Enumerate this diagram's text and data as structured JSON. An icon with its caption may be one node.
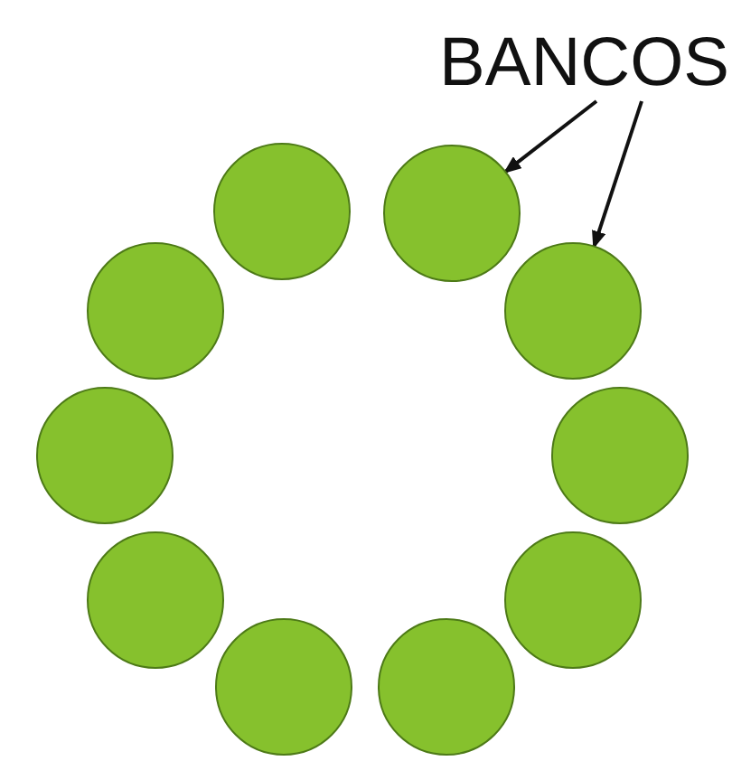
{
  "diagram": {
    "nodes": [
      {
        "text": [
          "BANCOS"
        ]
      },
      {
        "text": [],
        "shape": "circle"
      },
      {
        "text": [],
        "shape": "circle"
      },
      {
        "text": [],
        "shape": "circle"
      },
      {
        "text": [],
        "shape": "circle"
      },
      {
        "text": [],
        "shape": "circle"
      },
      {
        "text": [],
        "shape": "circle"
      },
      {
        "text": [],
        "shape": "circle"
      },
      {
        "text": [],
        "shape": "circle"
      },
      {
        "text": [],
        "shape": "circle"
      },
      {
        "text": [],
        "shape": "circle"
      }
    ],
    "edges": [
      {
        "from": 0,
        "to": 2,
        "arrow": "to"
      },
      {
        "from": 0,
        "to": 4,
        "arrow": "to"
      }
    ]
  }
}
